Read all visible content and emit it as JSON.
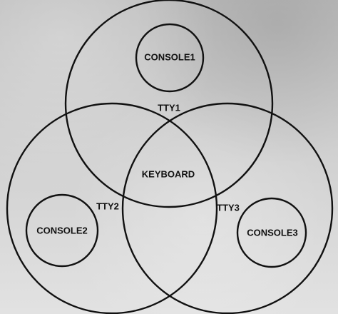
{
  "diagram": {
    "console1": "CONSOLE1",
    "tty1": "TTY1",
    "keyboard": "KEYBOARD",
    "tty2": "TTY2",
    "tty3": "TTY3",
    "console2": "CONSOLE2",
    "console3": "CONSOLE3"
  },
  "colors": {
    "stroke": "#111111"
  }
}
